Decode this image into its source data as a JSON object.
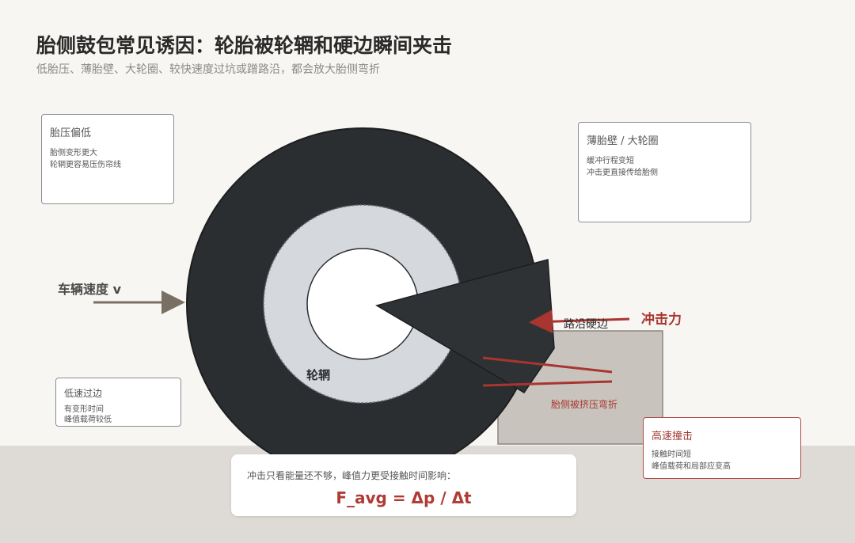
{
  "header": {
    "title": "胎侧鼓包常见诱因：轮胎被轮辋和硬边瞬间夹击",
    "subtitle": "低胎压、薄胎壁、大轮圈、较快速度过坑或蹭路沿，都会放大胎侧弯折"
  },
  "labels": {
    "vehicle_speed": "车辆速度 v",
    "rim": "轮辋",
    "curb_edge": "路沿硬边",
    "impact_force": "冲击力",
    "sidewall_pinch": "胎侧被挤压弯折"
  },
  "notes": {
    "low_pressure": {
      "title": "胎压偏低",
      "lines": [
        "胎侧变形更大",
        "轮辋更容易压伤帘线"
      ]
    },
    "thin_wall": {
      "title": "薄胎壁 / 大轮圈",
      "lines": [
        "缓冲行程变短",
        "冲击更直接传给胎侧"
      ]
    },
    "low_speed": {
      "title": "低速过边",
      "lines": [
        "有变形时间",
        "峰值载荷较低"
      ]
    },
    "high_speed": {
      "title": "高速撞击",
      "lines": [
        "接触时间短",
        "峰值载荷和局部应变高"
      ]
    }
  },
  "formula": {
    "caption": "冲击只看能量还不够，峰值力更受接触时间影响：",
    "equation": "F_avg = Δp / Δt"
  },
  "colors": {
    "tire": "#2b2e31",
    "rim": "#d5d8dc",
    "curb": "#c8c4bd",
    "accent_red": "#a8352f",
    "arrow_gray": "#7a6f63",
    "ground": "#dedbd6"
  }
}
